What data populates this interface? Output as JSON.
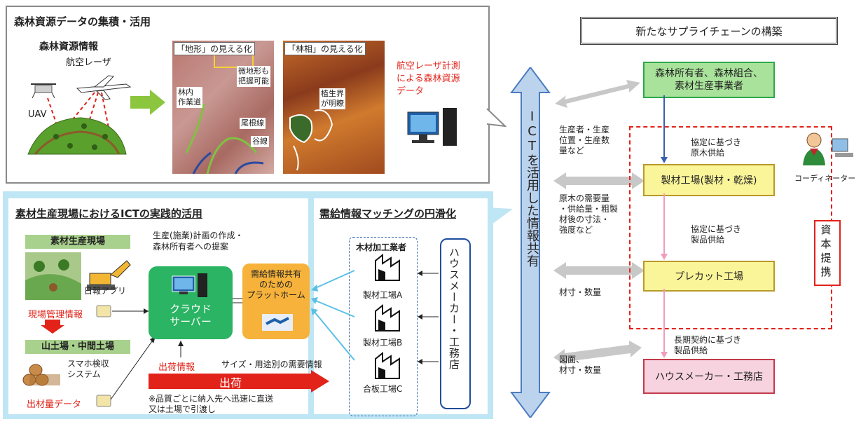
{
  "top_panel": {
    "title": "森林資源データの集積・活用",
    "resource_info": "森林資源情報",
    "aerial_laser": "航空レーザ",
    "uav": "UAV",
    "terrain_label": "「地形」の見える化",
    "forest_label": "「林相」の見える化",
    "micro_terrain": "微地形も\n把握可能",
    "forest_road": "林内\n作業道",
    "ridge": "尾根線",
    "valley": "谷線",
    "vegetation_boundary": "植生界\nが明瞭",
    "laser_data": "航空レーザ計測\nによる森林資源\nデータ"
  },
  "bottom_left": {
    "title": "素材生産現場におけるICTの実践的活用",
    "site": "素材生産現場",
    "daily_app": "日報アプリ",
    "site_info": "現場管理情報",
    "yard": "山土場・中間土場",
    "smartphone": "スマホ検収\nシステム",
    "output_data": "出材量データ",
    "plan": "生産(施業)計画の作成・\n森林所有者への提案",
    "cloud": "クラウド\nサーバー",
    "shipment_info": "出荷情報",
    "demand_info": "サイズ・用途別の需要情報",
    "shipment": "出荷",
    "note": "※品質ごとに納入先へ迅速に直送\n又は土場で引渡し",
    "platform": "需給情報共有\nのための\nプラットホーム"
  },
  "bottom_mid": {
    "title": "需給情報マッチングの円滑化",
    "processors": "木材加工業者",
    "mill_a": "製材工場A",
    "mill_b": "製材工場B",
    "plywood_c": "合板工場C",
    "house_maker": "ハウスメーカー・工務店"
  },
  "center": {
    "ict": "ICTを活用した情報共有"
  },
  "right": {
    "title": "新たなサプライチェーンの構築",
    "owner": "森林所有者、森林組合、\n素材生産事業者",
    "sawmill": "製材工場(製材・乾燥)",
    "precut": "プレカット工場",
    "house": "ハウスメーカー・工務店",
    "label_producer": "生産者・生産\n位置・生産数\n量など",
    "label_demand": "原木の需要量\n・供給量・粗製\n材後の寸法・\n強度など",
    "label_size": "材寸・数量",
    "label_drawing": "図面、\n材寸・数量",
    "supply1": "協定に基づき\n原木供給",
    "supply2": "協定に基づき\n製品供給",
    "supply3": "長期契約に基づき\n製品供給",
    "coordinator": "コーディネーター",
    "capital": "資本\n提携"
  }
}
